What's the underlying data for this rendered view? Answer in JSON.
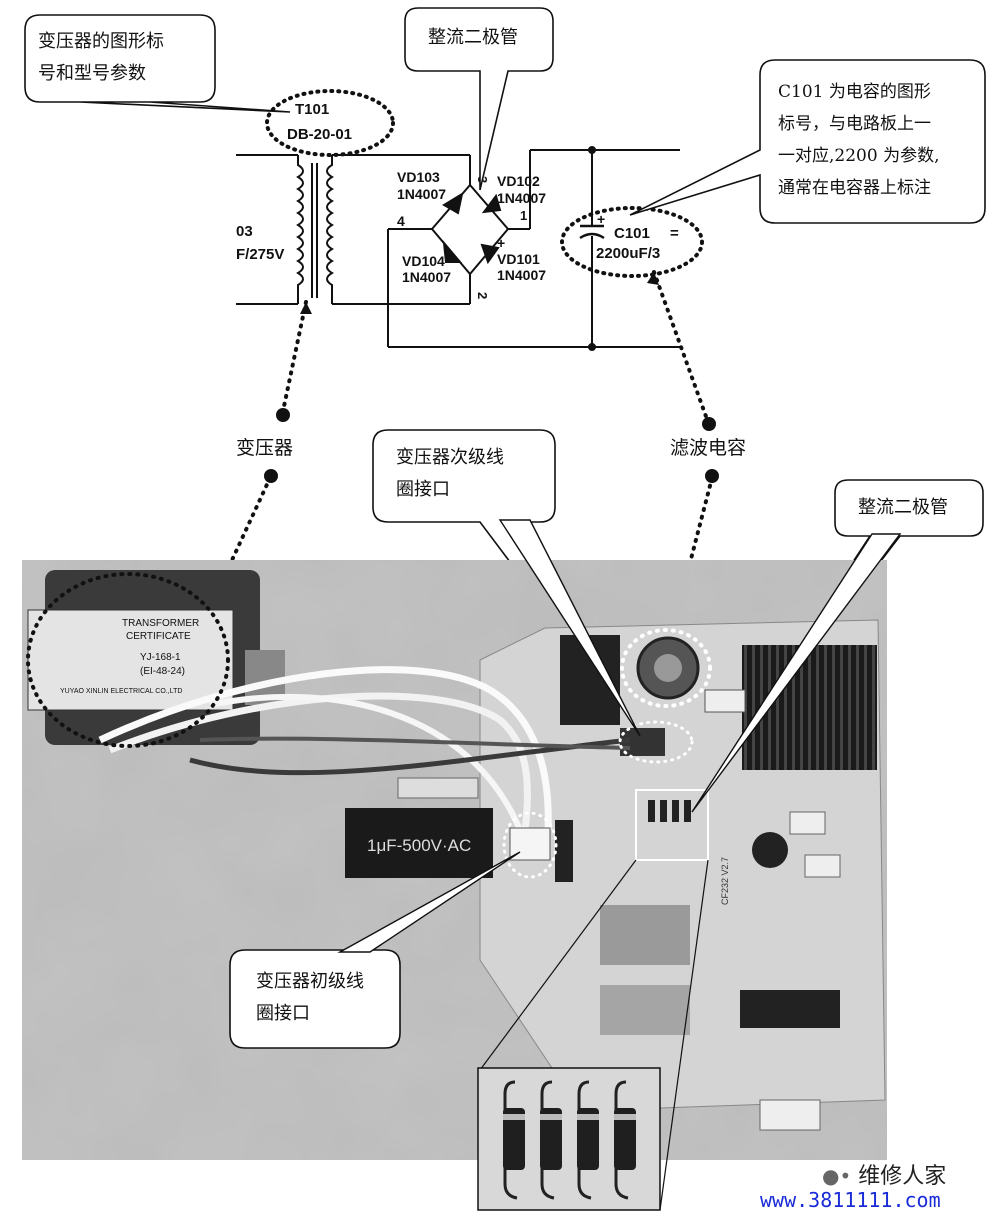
{
  "callouts": {
    "transformer_symbol": "变压器的图形标\n号和型号参数",
    "rectifier_top": "整流二极管",
    "capacitor_note": "C101 为电容的图形\n标号，与电路板上一\n一对应,2200 为参数,\n通常在电容器上标注",
    "secondary_coil": "变压器次级线\n圈接口",
    "rectifier_right": "整流二极管",
    "primary_coil": "变压器初级线\n圈接口"
  },
  "labels": {
    "transformer": "变压器",
    "filter_capacitor": "滤波电容"
  },
  "schematic": {
    "t101_ref": "T101",
    "t101_model": "DB-20-01",
    "cap_left_ref": "03",
    "cap_left_value": "F/275V",
    "vd103": "VD103",
    "vd103_part": "1N4007",
    "vd102": "VD102",
    "vd102_part": "1N4007",
    "vd104": "VD104",
    "vd104_part": "1N4007",
    "vd101": "VD101",
    "vd101_part": "1N4007",
    "pin3": "3",
    "pin4": "4",
    "pin2": "2",
    "pin1": "1",
    "plus": "+",
    "c101_ref": "C101",
    "c101_value": "2200uF/3",
    "c101_suffix": "="
  },
  "photo": {
    "transformer_plate_1": "TRANSFORMER",
    "transformer_plate_2": "CERTIFICATE",
    "transformer_model": "YJ-168-1",
    "transformer_core": "(EI-48-24)",
    "transformer_maker": "YUYAO XINLIN ELECTRICAL CO.,LTD",
    "cap_label": "1μF-500V·AC",
    "board_code": "CF232 V2.7"
  },
  "watermark": {
    "brand": "维修人家",
    "url": "www.3811111.com"
  },
  "colors": {
    "callout_stroke": "#111111",
    "watermark_url": "#1a2bd8"
  }
}
